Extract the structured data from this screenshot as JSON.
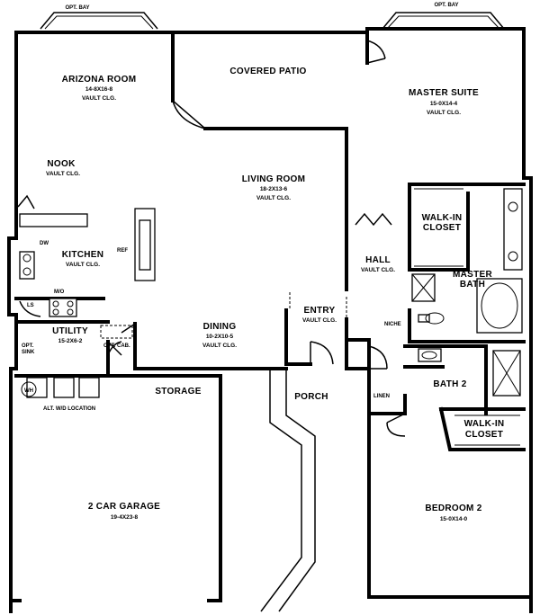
{
  "rooms": {
    "arizona_room": {
      "name": "ARIZONA ROOM",
      "dims": "14-8X16-8",
      "note": "VAULT CLG."
    },
    "covered_patio": {
      "name": "COVERED PATIO"
    },
    "master_suite": {
      "name": "MASTER SUITE",
      "dims": "15-0X14-4",
      "note": "VAULT CLG."
    },
    "nook": {
      "name": "NOOK",
      "note": "VAULT CLG."
    },
    "living_room": {
      "name": "LIVING ROOM",
      "dims": "18-2X13-6",
      "note": "VAULT CLG."
    },
    "walkin_closet_master": {
      "line1": "WALK-IN",
      "line2": "CLOSET"
    },
    "kitchen": {
      "name": "KITCHEN",
      "note": "VAULT CLG."
    },
    "hall": {
      "name": "HALL",
      "note": "VAULT CLG."
    },
    "master_bath": {
      "line1": "MASTER",
      "line2": "BATH"
    },
    "entry": {
      "name": "ENTRY",
      "note": "VAULT CLG."
    },
    "utility": {
      "name": "UTILITY",
      "dims": "15-2X6-2"
    },
    "dining": {
      "name": "DINING",
      "dims": "10-2X10-5",
      "note": "VAULT CLG."
    },
    "storage": {
      "name": "STORAGE"
    },
    "bath2": {
      "name": "BATH 2"
    },
    "porch": {
      "name": "PORCH"
    },
    "walkin_closet_2": {
      "line1": "WALK-IN",
      "line2": "CLOSET"
    },
    "garage": {
      "name": "2 CAR GARAGE",
      "dims": "19-4X23-8"
    },
    "bedroom2": {
      "name": "BEDROOM 2",
      "dims": "15-0X14-0"
    }
  },
  "labels": {
    "opt_bay_left": "OPT. BAY",
    "opt_bay_right": "OPT. BAY",
    "dw": "DW",
    "ref": "REF",
    "mw": "M/O",
    "ls": "LS",
    "opt_sink": "OPT.",
    "opt_sink2": "SINK",
    "opt_cab": "OPT. CAB.",
    "wh": "WH",
    "alt_wd": "ALT. W/D LOCATION",
    "niche": "NICHE",
    "linen": "LINEN"
  }
}
